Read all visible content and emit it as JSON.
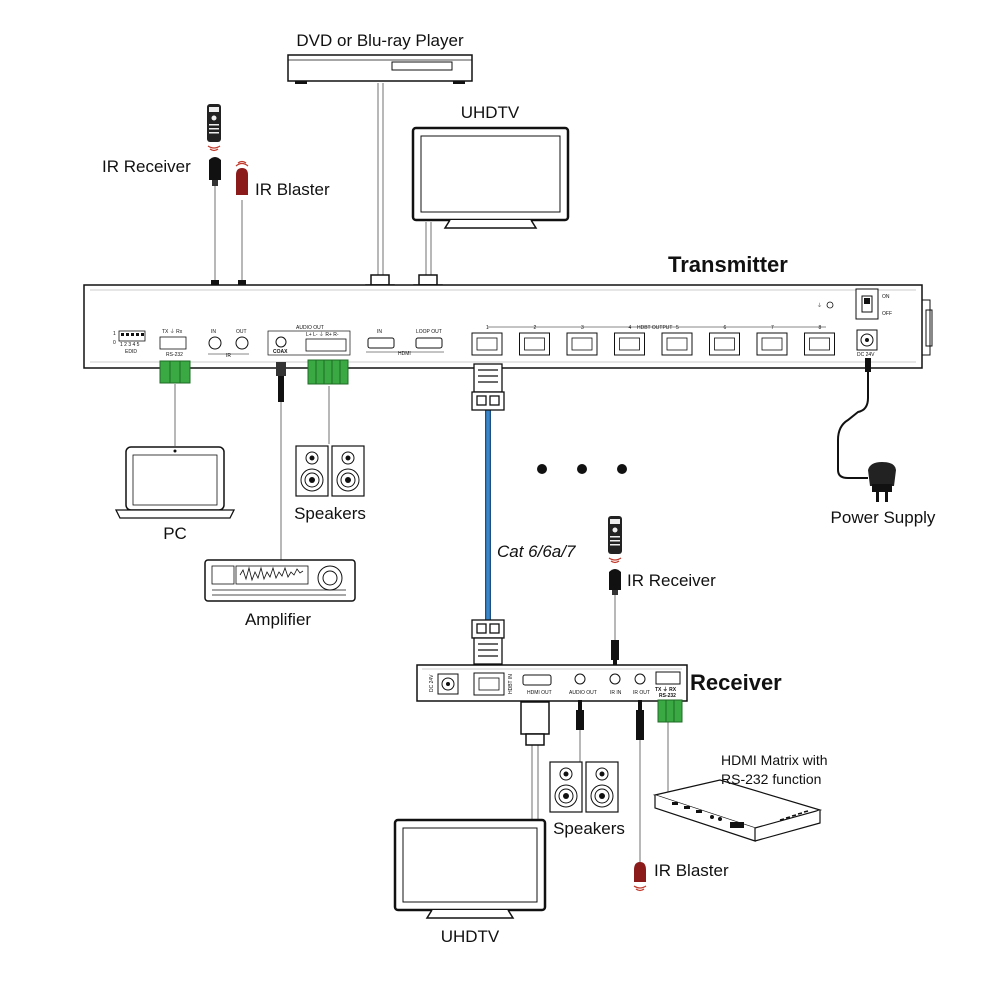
{
  "labels": {
    "dvd": "DVD or Blu-ray Player",
    "uhdtv_top": "UHDTV",
    "ir_receiver_top": "IR Receiver",
    "ir_blaster_top": "IR Blaster",
    "transmitter": "Transmitter",
    "pc": "PC",
    "speakers_top": "Speakers",
    "amplifier": "Amplifier",
    "cable": "Cat 6/6a/7",
    "power_supply": "Power Supply",
    "ir_receiver_bottom": "IR Receiver",
    "receiver": "Receiver",
    "hdmi_matrix_line1": "HDMI Matrix with",
    "hdmi_matrix_line2": "RS-232 function",
    "speakers_bottom": "Speakers",
    "ir_blaster_bottom": "IR Blaster",
    "uhdtv_bottom": "UHDTV"
  },
  "tx_panel": {
    "edid": "EDID",
    "edid_1": "1",
    "edid_0": "0",
    "edid_digits": "1 2 3 4 5",
    "rs232": "RS-232",
    "rs232_pins": "TX  ⏚  Rx",
    "ir_in": "IN",
    "ir_out": "OUT",
    "ir": "IR",
    "audio_out": "AUDIO OUT",
    "audio_pins": "L+ L- ⏚ R+ R-",
    "coax": "COAX",
    "hdmi_in": "IN",
    "hdmi_loop": "LOOP OUT",
    "hdmi": "HDMI",
    "hdbt_output": "HDBT OUTPUT",
    "ports": [
      "1",
      "2",
      "3",
      "4",
      "5",
      "6",
      "7",
      "8"
    ],
    "on": "ON",
    "off": "OFF",
    "dc24v": "DC 24V"
  },
  "rx_panel": {
    "dc24v": "DC 24V",
    "hdbt_in": "HDBT IN",
    "hdmi_out": "HDMI OUT",
    "audio_out": "AUDIO OUT",
    "ir_in": "IR IN",
    "ir_out": "IR OUT",
    "rs232_pins": "TX ⏚ RX",
    "rs232": "RS-232"
  },
  "colors": {
    "cable_blue": "#3a86c8",
    "terminal_green": "#3aa843",
    "ir_red": "#b0201c"
  }
}
